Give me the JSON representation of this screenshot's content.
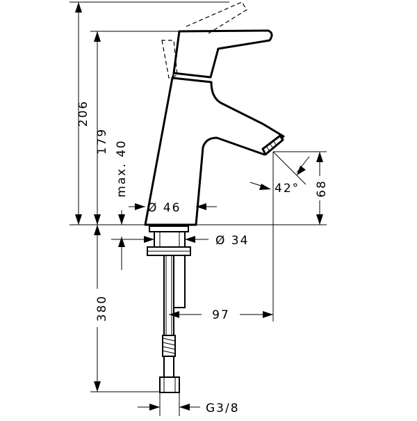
{
  "dimensions": {
    "total_height": "206",
    "spout_height": "179",
    "max_stroke": "max. 40",
    "body_diameter": "Ø 46",
    "base_diameter": "Ø 34",
    "spray_angle": "42°",
    "outlet_height": "68",
    "hose_length": "380",
    "projection": "97",
    "connection_thread": "G3/8"
  }
}
